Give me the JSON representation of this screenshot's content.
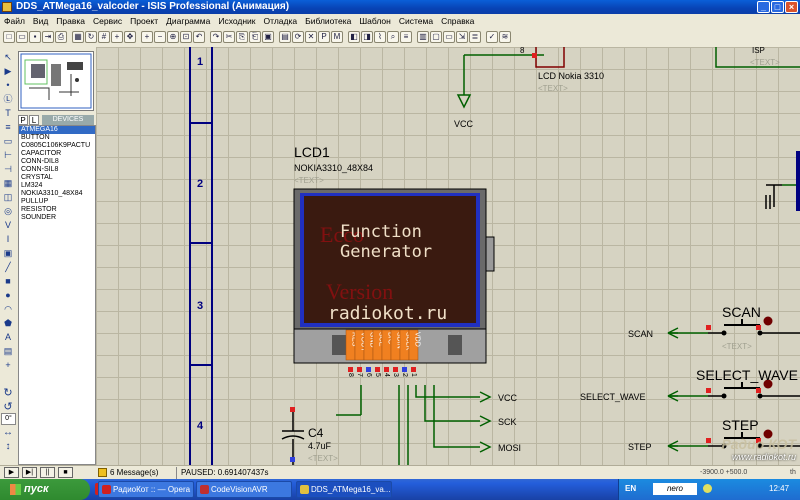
{
  "window": {
    "title": "DDS_ATMega16_valcoder - ISIS Professional (Анимация)",
    "min": "_",
    "max": "□",
    "close": "×"
  },
  "menu": [
    "Файл",
    "Вид",
    "Правка",
    "Сервис",
    "Проект",
    "Диаграмма",
    "Исходник",
    "Отладка",
    "Библиотека",
    "Шаблон",
    "Система",
    "Справка"
  ],
  "toolbar_icons": [
    "new-icon",
    "open-icon",
    "save-icon",
    "import-icon",
    "print-icon",
    "area-icon",
    "refresh-icon",
    "grid-icon",
    "origin-icon",
    "pan-icon",
    "zoom-in-icon",
    "zoom-out-icon",
    "zoom-all-icon",
    "zoom-area-icon",
    "undo-icon",
    "redo-icon",
    "cut-icon",
    "copy-icon",
    "paste-icon",
    "block-copy-icon",
    "block-move-icon",
    "block-rotate-icon",
    "block-delete-icon",
    "pick-device-icon",
    "make-device-icon",
    "packaging-icon",
    "decompose-icon",
    "wire-autorouter-icon",
    "search-icon",
    "property-icon",
    "design-explorer-icon",
    "new-sheet-icon",
    "remove-sheet-icon",
    "zoom-child-icon",
    "bom-icon",
    "erc-icon",
    "netlist-icon"
  ],
  "left_tools": [
    "select-icon",
    "component-icon",
    "junction-icon",
    "label-icon",
    "text-icon",
    "bus-icon",
    "subcircuit-icon",
    "terminal-icon",
    "pin-icon",
    "graph-icon",
    "tape-icon",
    "generator-icon",
    "probe-v-icon",
    "probe-i-icon",
    "instrument-icon",
    "line-icon",
    "box-icon",
    "circle-icon",
    "arc-icon",
    "path-icon",
    "text2d-icon",
    "symbol-icon",
    "marker-icon"
  ],
  "rotate_tools": {
    "rotate_cw": "↻",
    "rotate_ccw": "↺",
    "angle": "0°"
  },
  "device_panel": {
    "tabs": [
      "P",
      "L"
    ],
    "header": "DEVICES",
    "items": [
      "ATMEGA16",
      "BUTTON",
      "C0805C106K9PACTU",
      "CAPACITOR",
      "CONN-DIL8",
      "CONN-SIL8",
      "CRYSTAL",
      "LM324",
      "NOKIA3310_48X84",
      "PULLUP",
      "RESISTOR",
      "SOUNDER"
    ],
    "selected": 0
  },
  "schematic": {
    "sheet_markers": [
      "1",
      "2",
      "3",
      "4"
    ],
    "lcd": {
      "ref": "LCD1",
      "model": "NOKIA3310_48X84",
      "text_placeholder": "<TEXT>",
      "screen_line1": "Function",
      "screen_line2": "Generator",
      "screen_line3": "radiokot.ru",
      "ghost_line1": "Ecco",
      "ghost_line2": "Version",
      "pins": [
        "RES",
        "VOUT",
        "GND",
        "SCE",
        "D/C",
        "SDIN",
        "SCLK",
        "VDD"
      ],
      "pin_numbers": [
        "8",
        "7",
        "6",
        "5",
        "4",
        "3",
        "2",
        "1"
      ]
    },
    "lcd_nokia_label": "LCD Nokia 3310",
    "lcd_nokia_pin": "8",
    "lcd_nokia_text": "<TEXT>",
    "isp_label": "ISP",
    "isp_text": "<TEXT>",
    "vcc_top": "VCC",
    "terminals_left": [
      "VCC",
      "SCK",
      "MOSI"
    ],
    "capacitor": {
      "ref": "C4",
      "value": "4.7uF",
      "text": "<TEXT>"
    },
    "buttons": [
      {
        "label": "SCAN",
        "net": "SCAN",
        "text": "<TEXT>"
      },
      {
        "label": "SELECT_WAVE",
        "net": "SELECT_WAVE",
        "text": ""
      },
      {
        "label": "STEP",
        "net": "STEP",
        "text": ""
      }
    ]
  },
  "status": {
    "messages": "6 Message(s)",
    "paused": "PAUSED: 0.691407437s",
    "coords": "-3900.0   +500.0",
    "coord_unit": "th"
  },
  "taskbar": {
    "start": "пуск",
    "tasks": [
      "РадиоКот :: — Opera",
      "CodeVisionAVR",
      "DDS_ATMega16_va..."
    ],
    "active_task": 2,
    "lang": "EN",
    "tray_logo": "nero",
    "clock": "12:47"
  },
  "watermark": {
    "title": "Радио КОТ",
    "url": "www.radiokot.ru"
  },
  "colors": {
    "wire": "#006000",
    "component": "#000080",
    "lcd_bezel": "#606060",
    "lcd_screen": "#3a1a10",
    "lcd_pixel": "#f0e0c8",
    "pin_orange": "#f08020",
    "pin_red": "#e02020",
    "pin_blue": "#3040e0",
    "grid_bg": "#d6d3c2"
  }
}
